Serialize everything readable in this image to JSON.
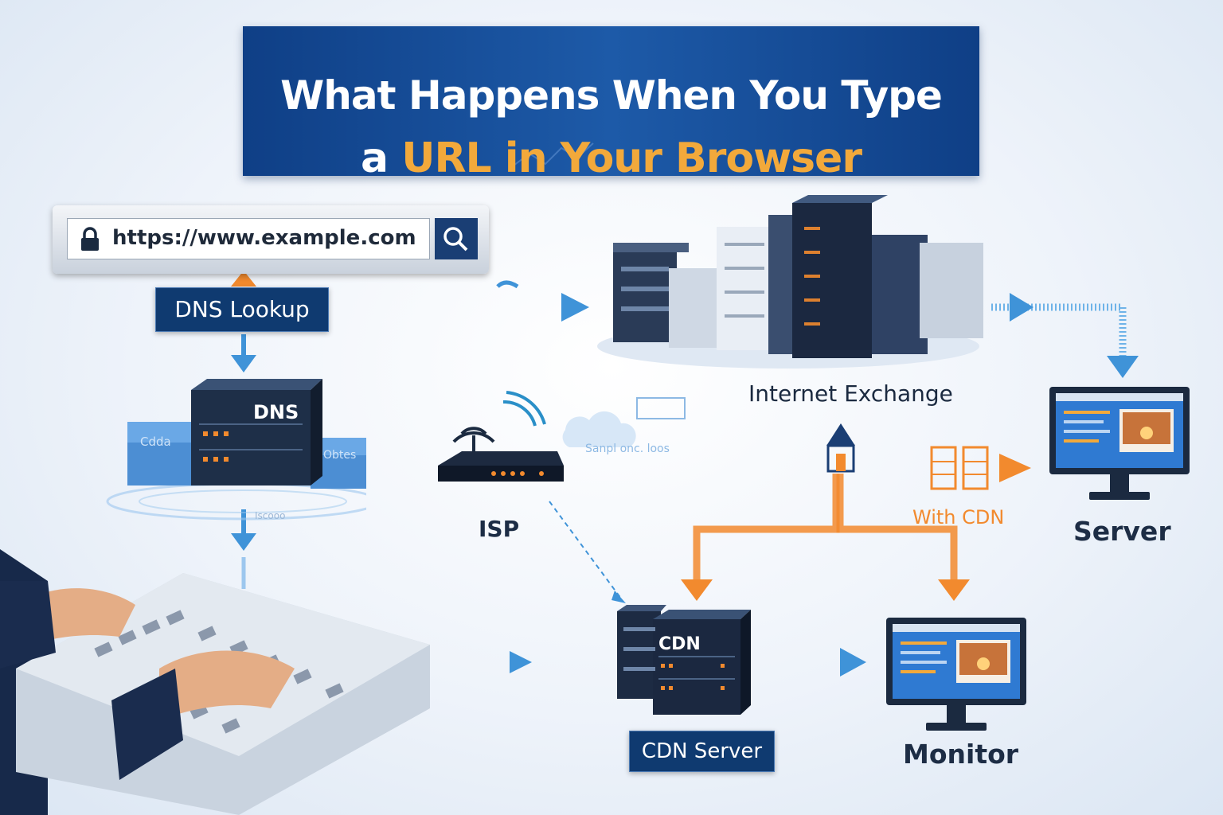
{
  "title": {
    "line1": "What Happens When You Type",
    "line2_prefix": "a ",
    "line2_highlight": "URL in Your Browser"
  },
  "url_bar": {
    "url": "https://www.example.com",
    "icons": [
      "lock-icon",
      "search-icon"
    ]
  },
  "labels": {
    "dns_lookup": "DNS Lookup",
    "dns_server": "DNS",
    "isp": "ISP",
    "internet_exchange": "Internet Exchange",
    "server": "Server",
    "with_cdn": "With CDN",
    "cdn_badge": "CDN",
    "cdn_server": "CDN Server",
    "monitor": "Monitor"
  },
  "faint_text": {
    "dns_left_box": "Cdda",
    "dns_right_box": "Obtes",
    "dns_under": "Iscooo",
    "cloud_text": "Sanpl onc. loos"
  },
  "colors": {
    "title_bg": "#0f3f86",
    "title_highlight": "#f2a93b",
    "label_bg": "#0f3a70",
    "flow_blue": "#3f93d8",
    "flow_orange": "#f28a2e",
    "dark_text": "#1d2d45"
  }
}
